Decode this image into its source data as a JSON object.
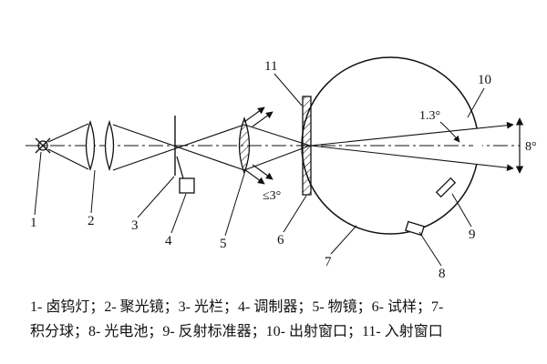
{
  "figure": {
    "background": "#ffffff",
    "ink": "#111111",
    "labels": {
      "n1": "1",
      "n2": "2",
      "n3": "3",
      "n4": "4",
      "n5": "5",
      "n6": "6",
      "n7": "7",
      "n8": "8",
      "n9": "9",
      "n10": "10",
      "n11": "11"
    },
    "angles": {
      "cone_half": "1.3°",
      "exit_full": "8°",
      "max_tilt": "≤3°"
    },
    "caption": {
      "line1": "1- 卤钨灯；2- 聚光镜；3- 光栏；4- 调制器；5- 物镜；6- 试样；7-",
      "line2": "积分球；8- 光电池；9- 反射标准器；10- 出射窗口；11- 入射窗口"
    },
    "parts": [
      {
        "num": "1",
        "name": "卤钨灯"
      },
      {
        "num": "2",
        "name": "聚光镜"
      },
      {
        "num": "3",
        "name": "光栏"
      },
      {
        "num": "4",
        "name": "调制器"
      },
      {
        "num": "5",
        "name": "物镜"
      },
      {
        "num": "6",
        "name": "试样"
      },
      {
        "num": "7",
        "name": "积分球"
      },
      {
        "num": "8",
        "name": "光电池"
      },
      {
        "num": "9",
        "name": "反射标准器"
      },
      {
        "num": "10",
        "name": "出射窗口"
      },
      {
        "num": "11",
        "name": "入射窗口"
      }
    ]
  }
}
